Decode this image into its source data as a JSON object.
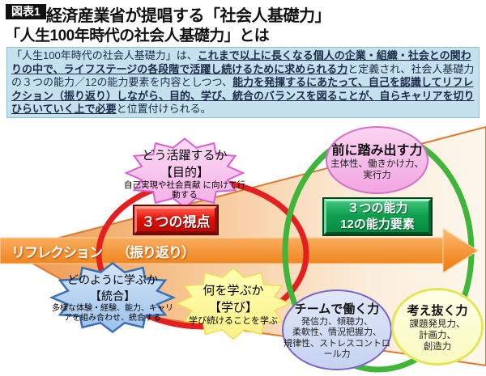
{
  "header": {
    "badge": "図表1",
    "title": "経済産業省が提唱する「社会人基礎力」",
    "subtitle": "「人生100年時代の社会人基礎力」とは"
  },
  "intro": {
    "segments": [
      {
        "text": "「人生100年時代の社会人基礎力」は、",
        "em": false
      },
      {
        "text": "これまで以上に長くなる個人の企業・組織・社会との関わりの中で、ライフステージの各段階で活躍し続けるために求められる力",
        "em": true
      },
      {
        "text": "と定義され、社会人基礎力の３つの能力／12の能力要素を内容としつつ、",
        "em": false
      },
      {
        "text": "能力を発揮するにあたって、自己を認識してリフレクション（振り返り）しながら、目的、学び、統合のバランスを図ることが、自らキャリアを切りひらいていく上で必要",
        "em": true
      },
      {
        "text": "と位置付けられる。",
        "em": false
      }
    ]
  },
  "diagram": {
    "reflection_band": {
      "label_left": "リフレクション",
      "label_right": "（振り返り）"
    },
    "purpose_burst": {
      "title": "どう活躍するか",
      "subtitle": "【目的】",
      "desc": "自己実現や社会貢献\nに向けて行動する"
    },
    "forward_ellipse": {
      "title": "前に踏み出す力",
      "desc": "主体性、働きかけ力、\n実行力"
    },
    "perspectives_box": {
      "label": "３つの視点"
    },
    "abilities_box": {
      "line1": "３つの能力",
      "line2": "12の能力要素"
    },
    "integration_burst": {
      "title": "どのように学ぶか",
      "subtitle": "【統合】",
      "desc": "多様な体験・経験、能力、キャリ\nアを組み合わせ、統合する"
    },
    "learning_burst": {
      "title": "何を学ぶか",
      "subtitle": "【学び】",
      "desc": "学び続けることを学ぶ"
    },
    "teamwork_ellipse": {
      "title": "チームで働く力",
      "desc": "発信力、傾聴力、\n柔軟性、情況把握力、\n規律性、ストレスコントロール力"
    },
    "thinking_ellipse": {
      "title": "考え抜く力",
      "desc": "課題発見力、\n計画力、\n創造力"
    }
  },
  "colors": {
    "intro_bg": "#c5e1ee",
    "band_orange": "#ee7c12",
    "red_circle": "#e51f1f",
    "green_circle": "#3fb53a",
    "red_box": "#d60f08",
    "green_box": "#0a9448",
    "pink_shape": "#f2a6e2",
    "blue_burst": "#a9c9ee",
    "yellow_burst": "#fdf68d"
  }
}
